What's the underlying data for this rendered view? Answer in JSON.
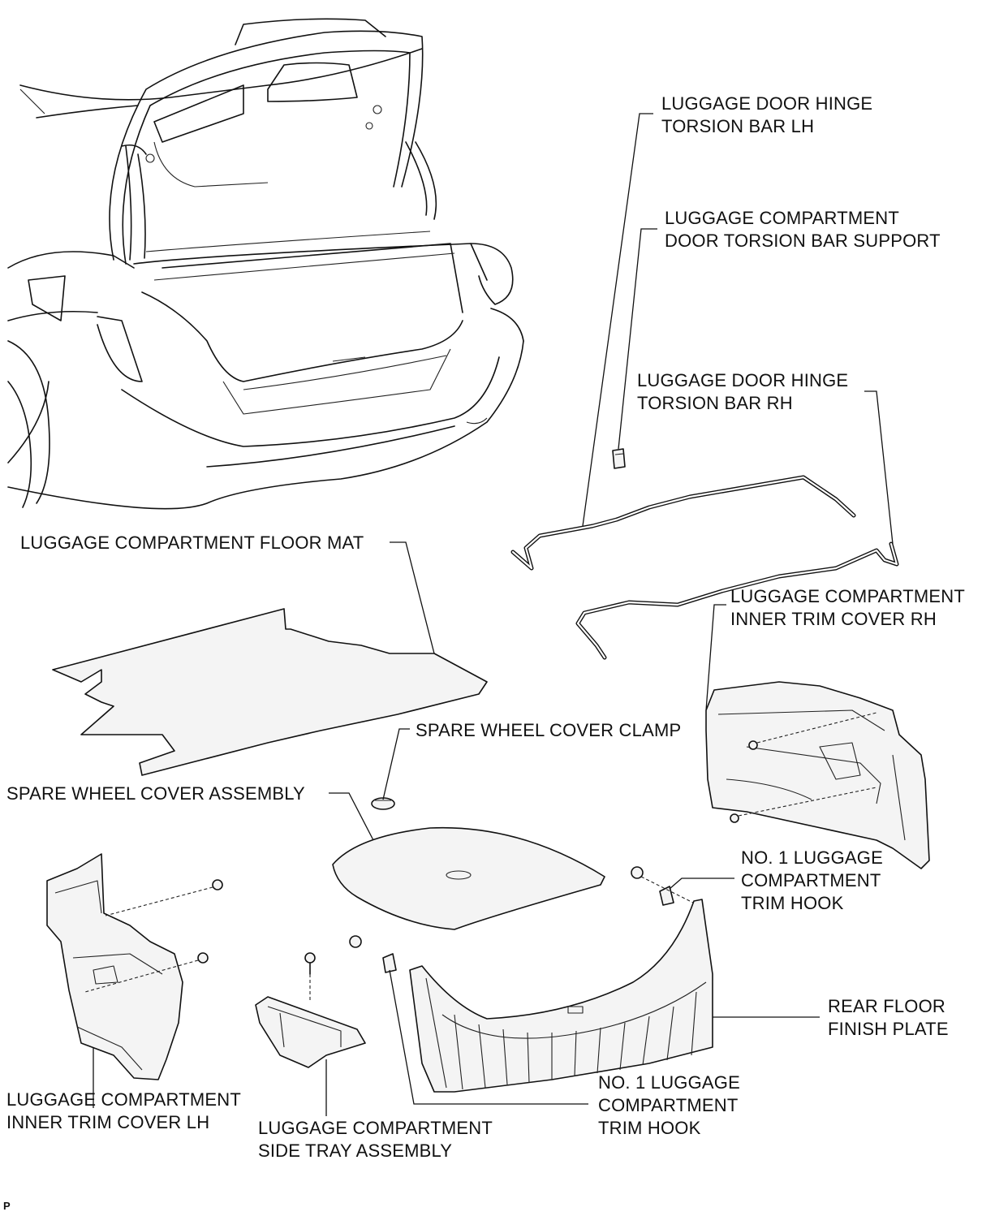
{
  "labels": {
    "torsion_bar_lh": [
      "LUGGAGE DOOR HINGE",
      "TORSION BAR LH"
    ],
    "torsion_bar_support": [
      "LUGGAGE COMPARTMENT",
      "DOOR TORSION BAR SUPPORT"
    ],
    "torsion_bar_rh": [
      "LUGGAGE DOOR HINGE",
      "TORSION BAR RH"
    ],
    "floor_mat": [
      "LUGGAGE COMPARTMENT FLOOR MAT"
    ],
    "inner_trim_rh": [
      "LUGGAGE COMPARTMENT",
      "INNER TRIM COVER RH"
    ],
    "spare_wheel_clamp": [
      "SPARE WHEEL COVER CLAMP"
    ],
    "spare_wheel_cover": [
      "SPARE WHEEL COVER ASSEMBLY"
    ],
    "trim_hook_right": [
      "NO. 1 LUGGAGE",
      "COMPARTMENT",
      "TRIM HOOK"
    ],
    "rear_floor_plate": [
      "REAR FLOOR",
      "FINISH PLATE"
    ],
    "trim_hook_bottom": [
      "NO. 1 LUGGAGE",
      "COMPARTMENT",
      "TRIM HOOK"
    ],
    "inner_trim_lh": [
      "LUGGAGE COMPARTMENT",
      "INNER TRIM COVER LH"
    ],
    "side_tray": [
      "LUGGAGE COMPARTMENT",
      "SIDE TRAY ASSEMBLY"
    ]
  },
  "corner_code": "P"
}
